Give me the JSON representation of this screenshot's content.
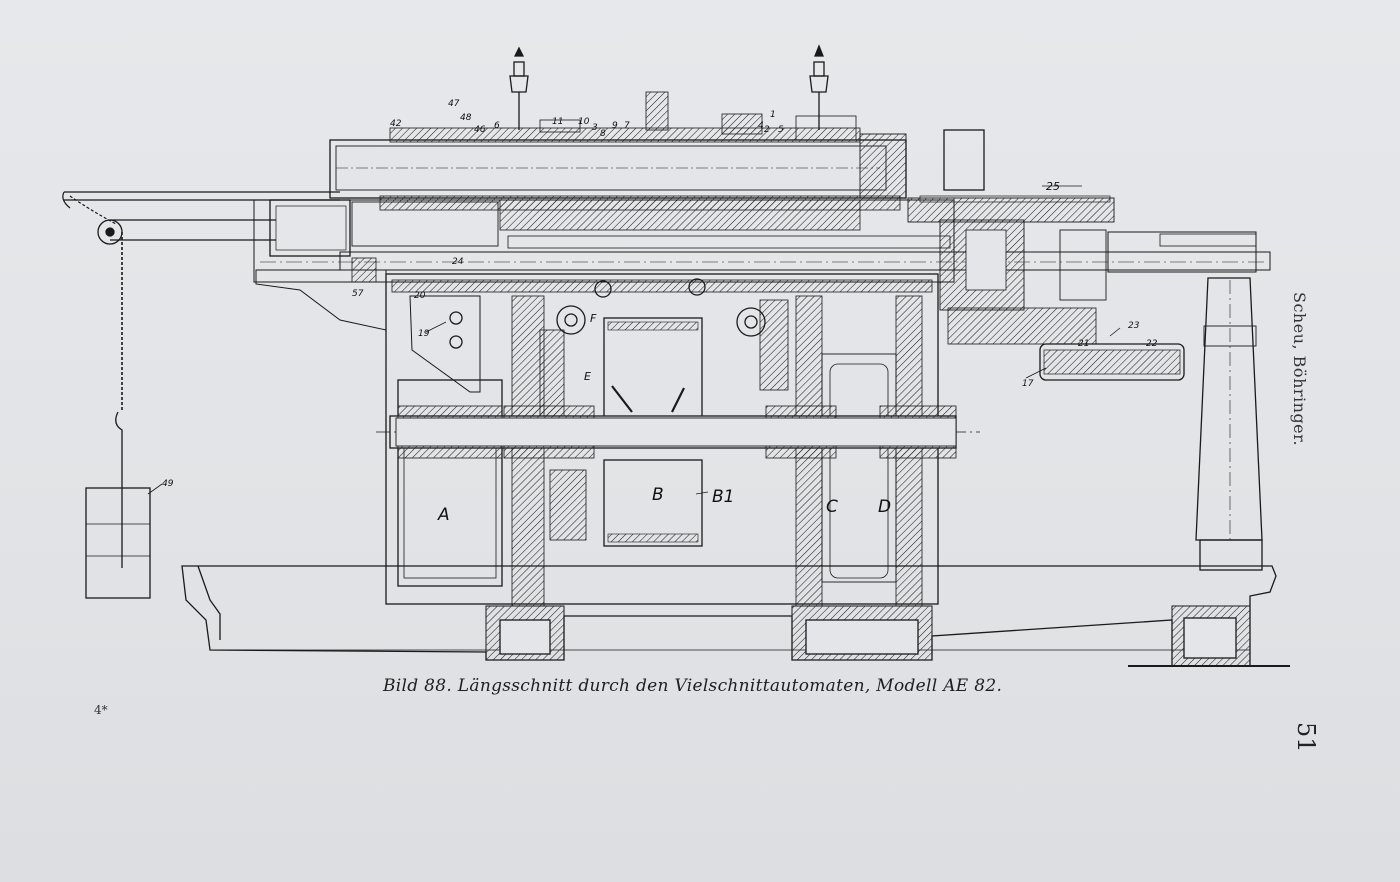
{
  "figure": {
    "caption": "Bild 88.  Längsschnitt durch den Vielschnittautomaten, Modell AE 82.",
    "section_labels": [
      "A",
      "B",
      "B1",
      "C",
      "D",
      "E",
      "F"
    ],
    "part_numbers": [
      "1",
      "2",
      "3",
      "4",
      "5",
      "6",
      "7",
      "8",
      "9",
      "10",
      "11",
      "17",
      "19",
      "20",
      "21",
      "22",
      "23",
      "24",
      "25",
      "42",
      "46",
      "47",
      "48",
      "49",
      "57"
    ]
  },
  "page": {
    "side_author": "Scheu, Böhringer.",
    "page_number": "51",
    "signature_mark": "4*"
  }
}
